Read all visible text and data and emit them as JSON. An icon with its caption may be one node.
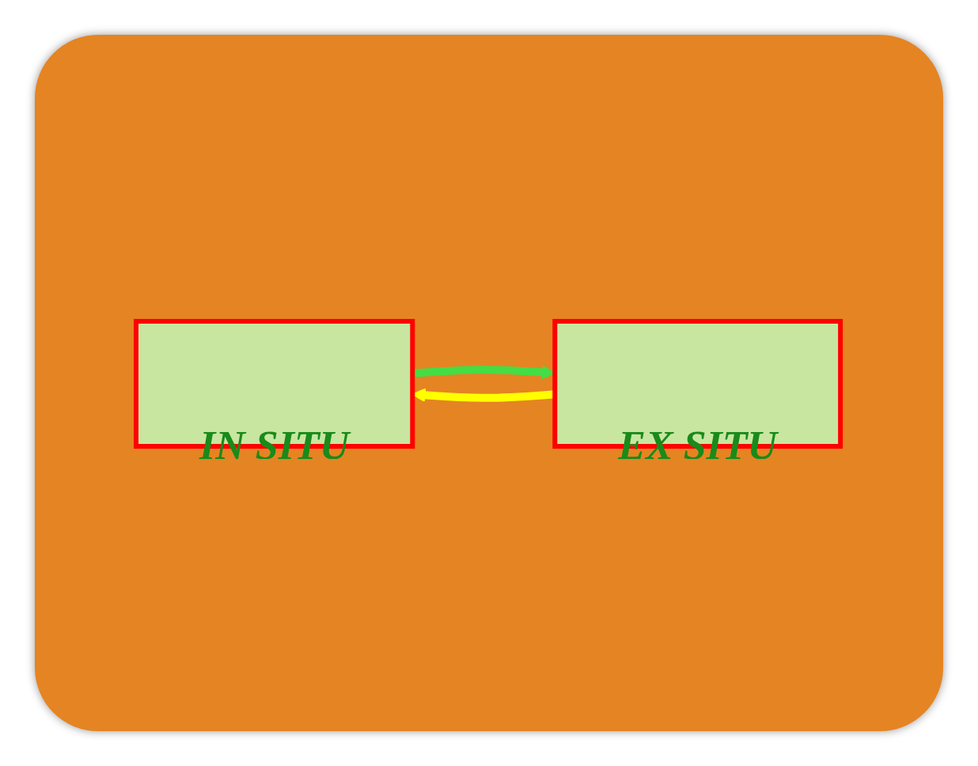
{
  "diagram": {
    "nodes": [
      {
        "text": [
          "IN SITU"
        ]
      },
      {
        "text": [
          "EX SITU"
        ]
      }
    ],
    "edges": [
      {
        "from": 1,
        "to": 0,
        "arrow": "to",
        "color": "#ffff00"
      },
      {
        "from": 0,
        "to": 1,
        "arrow": "to",
        "color": "#44dd44"
      }
    ]
  }
}
